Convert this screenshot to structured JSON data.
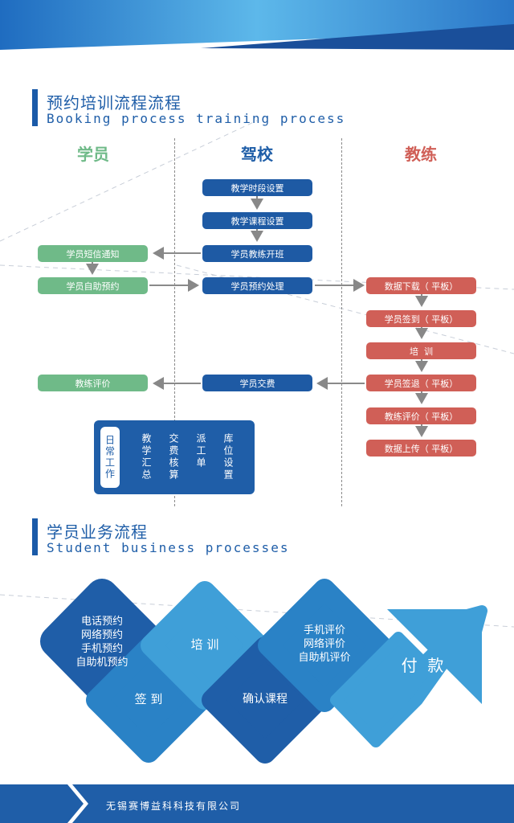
{
  "section1": {
    "title_cn": "预约培训流程流程",
    "title_en": "Booking process training process"
  },
  "lanes": {
    "student": "学员",
    "school": "驾校",
    "coach": "教练"
  },
  "student_boxes": [
    "学员短信通知",
    "学员自助预约",
    "教练评价"
  ],
  "school_boxes": [
    "教学时段设置",
    "教学课程设置",
    "学员教练开班",
    "学员预约处理",
    "学员交费"
  ],
  "coach_boxes": [
    "数据下载（ 平板）",
    "学员签到（ 平板）",
    "培  训",
    "学员签退（ 平板）",
    "教练评价（ 平板）",
    "数据上传（ 平板）"
  ],
  "daily_work": {
    "label": "日常工作",
    "items": [
      "教学汇总",
      "交费核算",
      "派工单",
      "库位设置"
    ]
  },
  "section2": {
    "title_cn": "学员业务流程",
    "title_en": "Student business processes"
  },
  "process": {
    "reserve": "电话预约\n网络预约\n手机预约\n自助机预约",
    "signin": "签 到",
    "training": "培 训",
    "confirm": "确认课程",
    "evaluate": "手机评价\n网络评价\n自助机评价",
    "pay": "付  款"
  },
  "colors": {
    "dark_blue": "#1f5ea8",
    "mid_blue": "#2a82c6",
    "light_blue": "#3f9fd8",
    "green": "#6fba88",
    "red": "#d05f57"
  },
  "footer": {
    "company": "无锡赛博益科科技有限公司"
  }
}
